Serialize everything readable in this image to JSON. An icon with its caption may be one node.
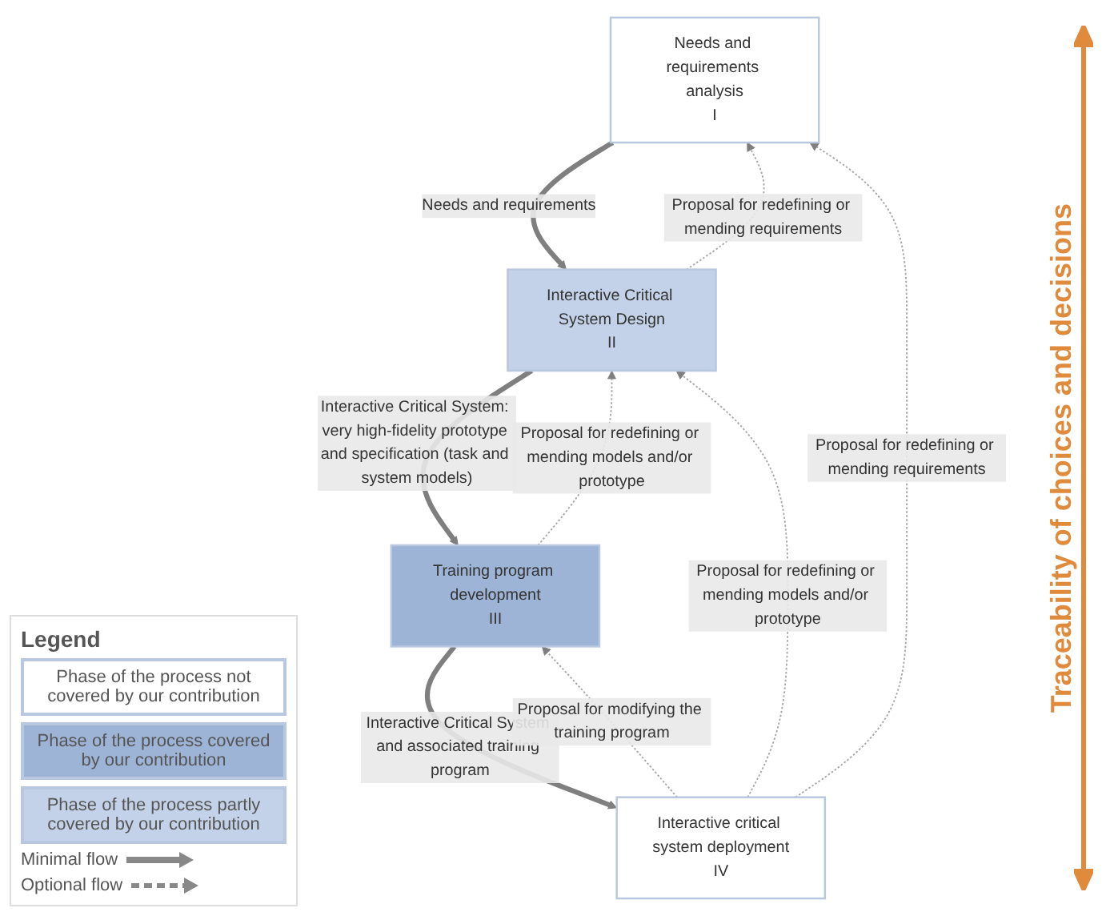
{
  "diagram": {
    "nodes": [
      {
        "text": [
          "Needs and requirements analysis",
          "I"
        ]
      },
      {
        "text": [
          "Interactive Critical System Design",
          "II"
        ]
      },
      {
        "text": [
          "Training program development",
          "III"
        ]
      },
      {
        "text": [
          "Interactive critical system deployment",
          "IV"
        ]
      }
    ],
    "edges": [
      {
        "from": 0,
        "to": 1,
        "arrow": "to",
        "label": "Needs and requirements",
        "style": "thick"
      },
      {
        "from": 1,
        "to": 0,
        "arrow": "to",
        "label": "Proposal for redefining or mending requirements",
        "style": "dashed"
      },
      {
        "from": 1,
        "to": 2,
        "arrow": "to",
        "label": "Interactive Critical System: very high-fidelity prototype and specification (task and system models)",
        "style": "thick"
      },
      {
        "from": 2,
        "to": 1,
        "arrow": "to",
        "label": "Proposal for redefining or mending models and/or prototype",
        "style": "dashed"
      },
      {
        "from": 2,
        "to": 3,
        "arrow": "to",
        "label": "Interactive Critical System and associated training program",
        "style": "thick"
      },
      {
        "from": 3,
        "to": 2,
        "arrow": "to",
        "label": "Proposal for modifying the training program",
        "style": "dashed"
      },
      {
        "from": 3,
        "to": 0,
        "arrow": "to",
        "label": "Proposal for redefining or mending requirements",
        "style": "dashed"
      },
      {
        "from": 3,
        "to": 1,
        "arrow": "to",
        "label": "Proposal for redefining or mending models and/or prototype",
        "style": "dashed"
      }
    ],
    "labels": [
      "Traceability of choices and decisions",
      "Legend"
    ],
    "legend": [
      {
        "text": "Phase of the process not covered by our contribution",
        "color": "#ffffff"
      },
      {
        "text": "Phase of the process covered by our contribution",
        "color": "#9db4d6"
      },
      {
        "text": "Phase of the process partly covered by our contribution",
        "color": "#c3d2e8"
      },
      {
        "text": "Minimal flow"
      },
      {
        "text": "Optional flow"
      }
    ]
  }
}
